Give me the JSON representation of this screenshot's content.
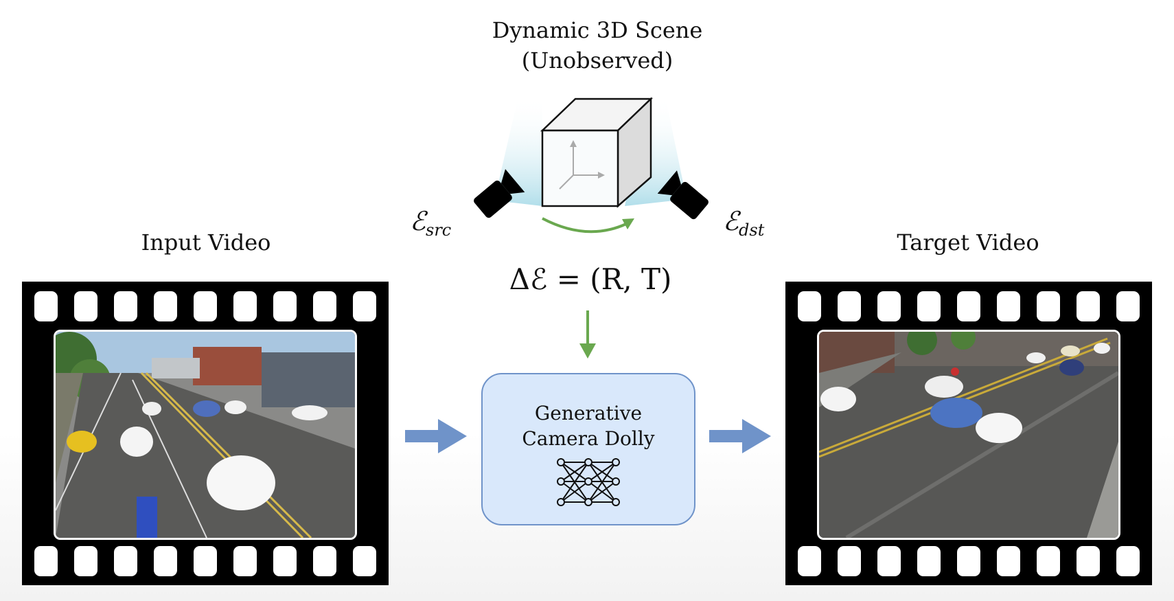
{
  "scene_title_line1": "Dynamic 3D Scene",
  "scene_title_line2": "(Unobserved)",
  "input_label": "Input Video",
  "target_label": "Target Video",
  "cam_src_symbol": "ℰ",
  "cam_src_sub": "src",
  "cam_dst_symbol": "ℰ",
  "cam_dst_sub": "dst",
  "delta_formula": "Δℰ = (R, T)",
  "dolly_line1": "Generative",
  "dolly_line2": "Camera Dolly",
  "colors": {
    "arrow_blue": "#6f93c9",
    "arrow_green": "#6aa84f",
    "box_fill": "#d9e8fb",
    "box_border": "#6f93c9",
    "glow": "#bfe6ef"
  },
  "icons": [
    "cube-icon",
    "axes-icon",
    "camera-src-icon",
    "camera-dst-icon",
    "neural-network-icon",
    "film-strip-icon"
  ]
}
